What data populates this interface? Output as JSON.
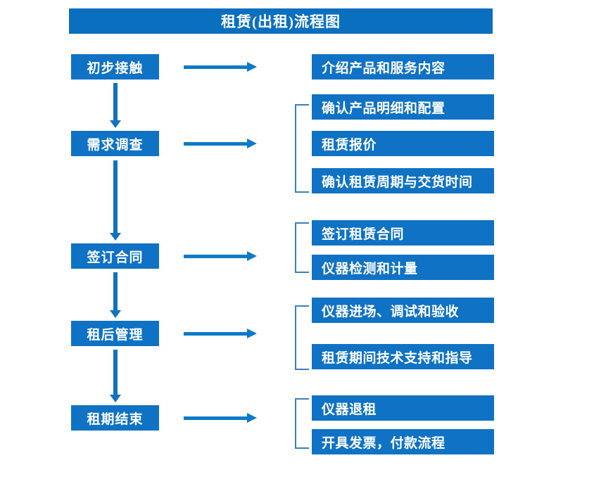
{
  "title": {
    "text": "租赁(出租)流程图"
  },
  "colors": {
    "title_bar": "#0b6fc0",
    "box_fill": "#0f72c4",
    "arrow": "#0d7ac8",
    "vertical_arrow": "#1272bb",
    "bracket": "#3a7fbf",
    "text": "#ffffff",
    "background": "#ffffff"
  },
  "stages": [
    {
      "id": "stage-1",
      "label": "初步接触"
    },
    {
      "id": "stage-2",
      "label": "需求调查"
    },
    {
      "id": "stage-3",
      "label": "签订合同"
    },
    {
      "id": "stage-4",
      "label": "租后管理"
    },
    {
      "id": "stage-5",
      "label": "租期结束"
    }
  ],
  "tasks": [
    {
      "id": "task-1",
      "label": "介绍产品和服务内容",
      "stage": "stage-1"
    },
    {
      "id": "task-2",
      "label": "确认产品明细和配置",
      "stage": "stage-2"
    },
    {
      "id": "task-3",
      "label": "租赁报价",
      "stage": "stage-2"
    },
    {
      "id": "task-4",
      "label": "确认租赁周期与交货时间",
      "stage": "stage-2"
    },
    {
      "id": "task-5",
      "label": "签订租赁合同",
      "stage": "stage-3"
    },
    {
      "id": "task-6",
      "label": "仪器检测和计量",
      "stage": "stage-3"
    },
    {
      "id": "task-7",
      "label": "仪器进场、调试和验收",
      "stage": "stage-4"
    },
    {
      "id": "task-8",
      "label": "租赁期间技术支持和指导",
      "stage": "stage-4"
    },
    {
      "id": "task-9",
      "label": "仪器退租",
      "stage": "stage-5"
    },
    {
      "id": "task-10",
      "label": "开具发票，付款流程",
      "stage": "stage-5"
    }
  ],
  "connectors": {
    "horizontal_arrows": 5,
    "vertical_arrows": 4,
    "group_brackets": 4
  }
}
